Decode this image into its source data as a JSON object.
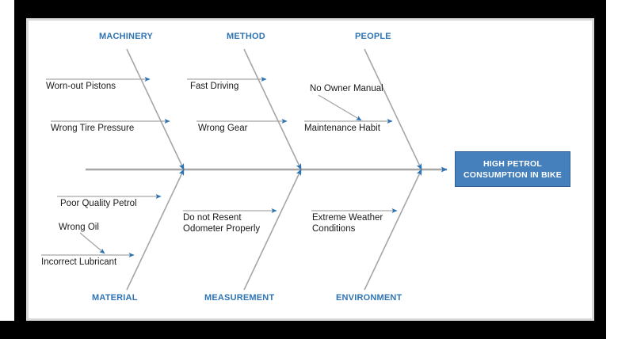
{
  "diagram": {
    "type": "fishbone-ishikawa",
    "effect": {
      "label": "HIGH PETROL\nCONSUMPTION IN BIKE",
      "box_fill": "#4580BC",
      "box_border": "#2E6094",
      "text_color": "#FFFFFF"
    },
    "colors": {
      "category_text": "#2E74B5",
      "bone_line": "#A6A6A6",
      "spine_line": "#A6A6A6",
      "arrow_head": "#2E74B5",
      "cause_text": "#1A1A1A",
      "canvas": "#FFFFFF",
      "frame": "#000000",
      "bevel": "#D9D9D9"
    },
    "categories": [
      {
        "name": "MACHINERY",
        "label": "MACHINERY",
        "side": "top",
        "causes": [
          {
            "label": "Worn-out Pistons",
            "kind": "primary"
          },
          {
            "label": "Wrong Tire Pressure",
            "kind": "primary"
          }
        ]
      },
      {
        "name": "METHOD",
        "label": "METHOD",
        "side": "top",
        "causes": [
          {
            "label": "Fast Driving",
            "kind": "primary"
          },
          {
            "label": "Wrong Gear",
            "kind": "primary"
          }
        ]
      },
      {
        "name": "PEOPLE",
        "label": "PEOPLE",
        "side": "top",
        "causes": [
          {
            "label": "No Owner Manual",
            "kind": "sub"
          },
          {
            "label": "Maintenance Habit",
            "kind": "primary"
          }
        ]
      },
      {
        "name": "MATERIAL",
        "label": "MATERIAL",
        "side": "bottom",
        "causes": [
          {
            "label": "Poor Quality Petrol",
            "kind": "primary"
          },
          {
            "label": "Wrong Oil",
            "kind": "sub"
          },
          {
            "label": "Incorrect Lubricant",
            "kind": "primary"
          }
        ]
      },
      {
        "name": "MEASUREMENT",
        "label": "MEASUREMENT",
        "side": "bottom",
        "causes": [
          {
            "label": "Do not Resent\nOdometer Properly",
            "kind": "primary"
          }
        ]
      },
      {
        "name": "ENVIRONMENT",
        "label": "ENVIRONMENT",
        "side": "bottom",
        "causes": [
          {
            "label": "Extreme Weather\nConditions",
            "kind": "primary"
          }
        ]
      }
    ]
  },
  "labels": {
    "cat_machinery": "MACHINERY",
    "cat_method": "METHOD",
    "cat_people": "PEOPLE",
    "cat_material": "MATERIAL",
    "cat_measurement": "MEASUREMENT",
    "cat_environment": "ENVIRONMENT",
    "worn_out_pistons": "Worn-out Pistons",
    "wrong_tire_pressure": "Wrong Tire Pressure",
    "fast_driving": "Fast Driving",
    "wrong_gear": "Wrong Gear",
    "no_owner_manual": "No Owner Manual",
    "maintenance_habit": "Maintenance Habit",
    "poor_quality_petrol": "Poor Quality Petrol",
    "wrong_oil": "Wrong Oil",
    "incorrect_lubricant": "Incorrect Lubricant",
    "do_not_resent_odometer": "Do not Resent\nOdometer Properly",
    "extreme_weather": "Extreme Weather\nConditions",
    "effect_line1": "HIGH PETROL",
    "effect_line2": "CONSUMPTION IN BIKE"
  }
}
